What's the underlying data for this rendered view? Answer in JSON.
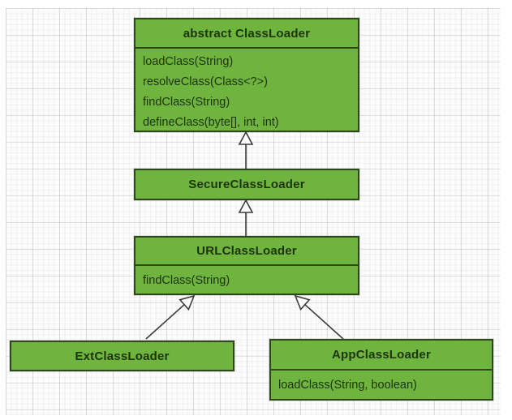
{
  "diagram": {
    "type": "uml-class-diagram",
    "classes": [
      {
        "name": "abstract ClassLoader",
        "methods": [
          "loadClass(String)",
          "resolveClass(Class<?>)",
          "findClass(String)",
          "defineClass(byte[], int, int)"
        ]
      },
      {
        "name": "SecureClassLoader",
        "methods": []
      },
      {
        "name": "URLClassLoader",
        "methods": [
          "findClass(String)"
        ]
      },
      {
        "name": "ExtClassLoader",
        "methods": []
      },
      {
        "name": "AppClassLoader",
        "methods": [
          "loadClass(String, boolean)"
        ]
      }
    ],
    "relations": [
      {
        "from": "SecureClassLoader",
        "to": "abstract ClassLoader",
        "type": "generalization"
      },
      {
        "from": "URLClassLoader",
        "to": "SecureClassLoader",
        "type": "generalization"
      },
      {
        "from": "ExtClassLoader",
        "to": "URLClassLoader",
        "type": "generalization"
      },
      {
        "from": "AppClassLoader",
        "to": "URLClassLoader",
        "type": "generalization"
      }
    ],
    "colors": {
      "class_fill": "#6eb43e",
      "class_border": "#2f471c",
      "class_text": "#1d3409",
      "connector": "#3c3c3c",
      "background": "#ffffff",
      "grid_line": "#e0e0e2"
    }
  }
}
